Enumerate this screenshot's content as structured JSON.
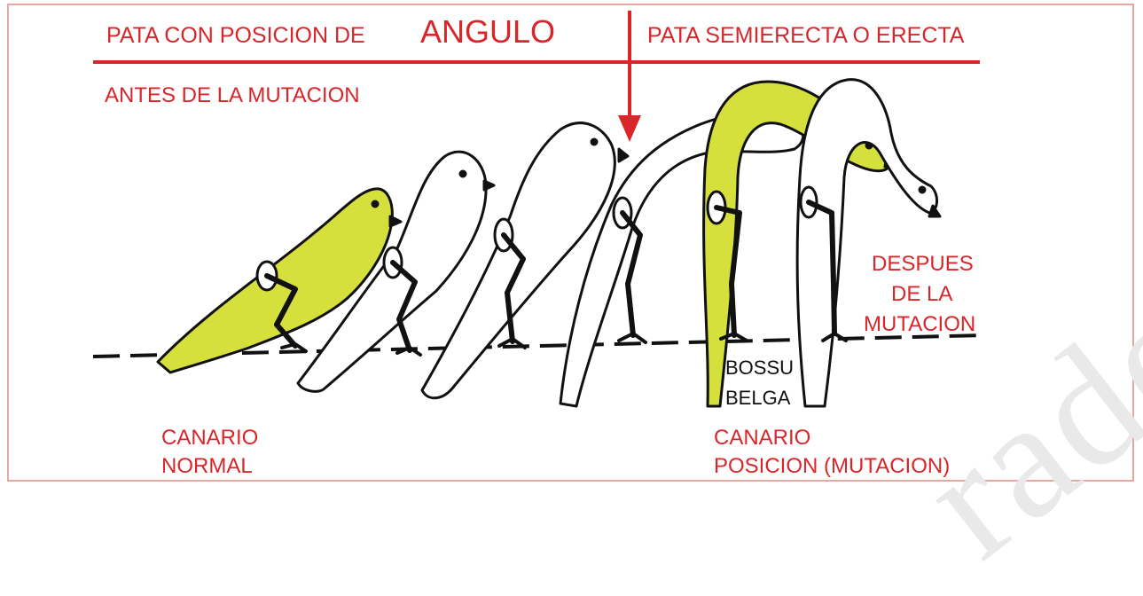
{
  "labels": {
    "title_left_prefix": "PATA CON POSICION DE",
    "title_left_emphasis": "ANGULO",
    "title_right": "PATA SEMIERECTA O ERECTA",
    "before": "ANTES DE LA MUTACION",
    "after_line1": "DESPUES",
    "after_line2": "DE LA",
    "after_line3": "MUTACION",
    "bossu_line1": "BOSSU",
    "bossu_line2": "BELGA",
    "normal_line1": "CANARIO",
    "normal_line2": "NORMAL",
    "posicion_line1": "CANARIO",
    "posicion_line2": "POSICION (MUTACION)"
  },
  "watermark": "rado",
  "colors": {
    "accent_red": "#d8262b",
    "canary_yellow": "#d5e03c",
    "outline": "#111111",
    "frame": "#e3a8a2"
  }
}
